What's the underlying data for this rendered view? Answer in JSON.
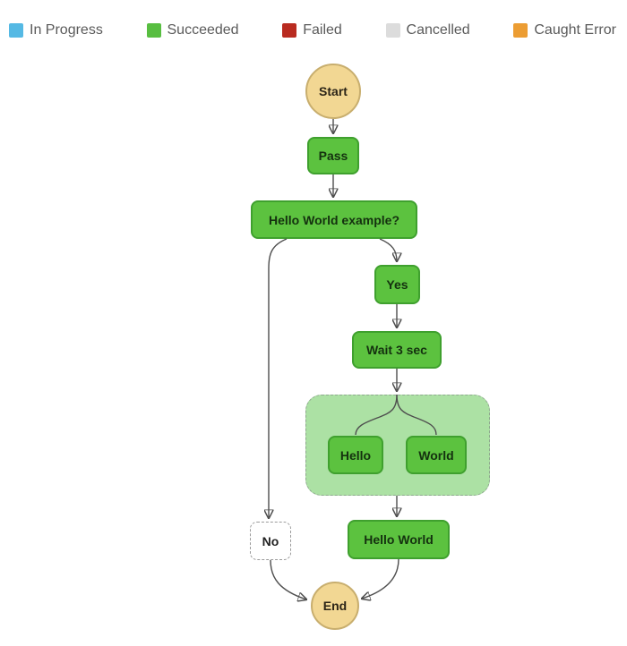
{
  "legend": {
    "items": [
      {
        "label": "In Progress",
        "color": "#55B9E4"
      },
      {
        "label": "Succeeded",
        "color": "#58BE41"
      },
      {
        "label": "Failed",
        "color": "#B92B20"
      },
      {
        "label": "Cancelled",
        "color": "#DCDCDC"
      },
      {
        "label": "Caught Error",
        "color": "#EC9D33"
      }
    ]
  },
  "diagram": {
    "nodes": {
      "start": {
        "label": "Start",
        "status": "start"
      },
      "pass": {
        "label": "Pass",
        "status": "succeeded"
      },
      "choice": {
        "label": "Hello World example?",
        "status": "succeeded"
      },
      "yes": {
        "label": "Yes",
        "status": "succeeded"
      },
      "wait": {
        "label": "Wait 3 sec",
        "status": "succeeded"
      },
      "hello": {
        "label": "Hello",
        "status": "succeeded"
      },
      "world": {
        "label": "World",
        "status": "succeeded"
      },
      "hello_world": {
        "label": "Hello World",
        "status": "succeeded"
      },
      "no": {
        "label": "No",
        "status": "not-executed"
      },
      "end": {
        "label": "End",
        "status": "end"
      }
    }
  },
  "colors": {
    "succeeded_fill": "#5CC23F",
    "succeeded_border": "#3FA02E",
    "parallel_fill": "#ACE1A4",
    "parallel_border": "#8FA98F",
    "start_end_fill": "#F2D793",
    "start_end_border": "#C8AE6E",
    "not_executed_border": "#9B9B9B",
    "node_text": "#14310F",
    "edge": "#4E4E4E",
    "legend_text": "#5A5A5A"
  }
}
